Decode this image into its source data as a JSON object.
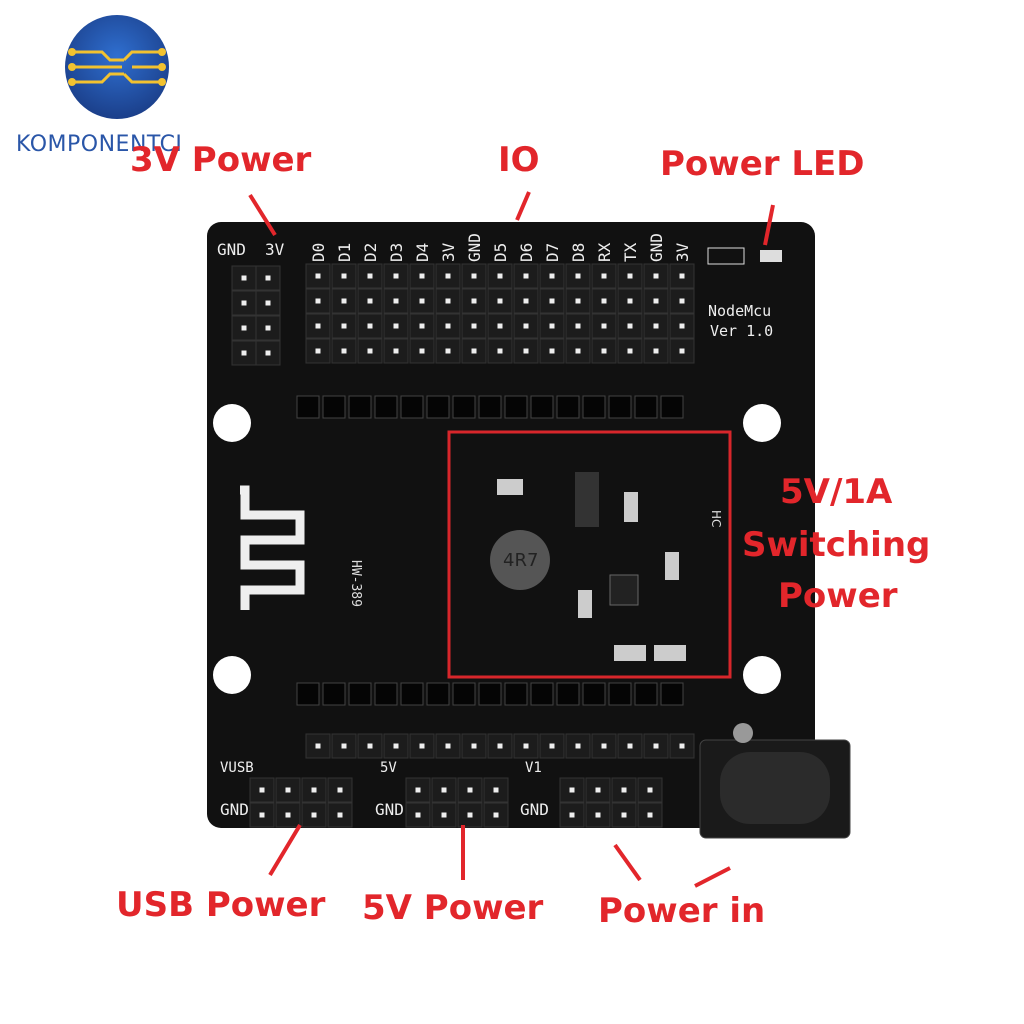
{
  "logo": {
    "text": "KOMPONENTCI",
    "color": "#2a56a8"
  },
  "annotations": {
    "power_3v": "3V Power",
    "io": "IO",
    "power_led": "Power LED",
    "switching_power": [
      "5V/1A",
      "Switching",
      "Power"
    ],
    "usb_power": "USB Power",
    "power_5v": "5V Power",
    "power_in": "Power in",
    "color": "#e2262b"
  },
  "board": {
    "left_header_labels": [
      "GND",
      "3V"
    ],
    "io_pin_labels": [
      "D0",
      "D1",
      "D2",
      "D3",
      "D4",
      "3V",
      "GND",
      "D5",
      "D6",
      "D7",
      "D8",
      "RX",
      "TX",
      "GND",
      "3V"
    ],
    "model": [
      "NodeMcu",
      "Ver 1.0"
    ],
    "silk_id": "HW-389",
    "inductor": "4R7",
    "hc": "HC",
    "bottom_groups": [
      {
        "top": "VUSB",
        "bottom": "GND"
      },
      {
        "top": "5V",
        "bottom": "GND"
      },
      {
        "top": "V1",
        "bottom": "GND"
      }
    ]
  }
}
